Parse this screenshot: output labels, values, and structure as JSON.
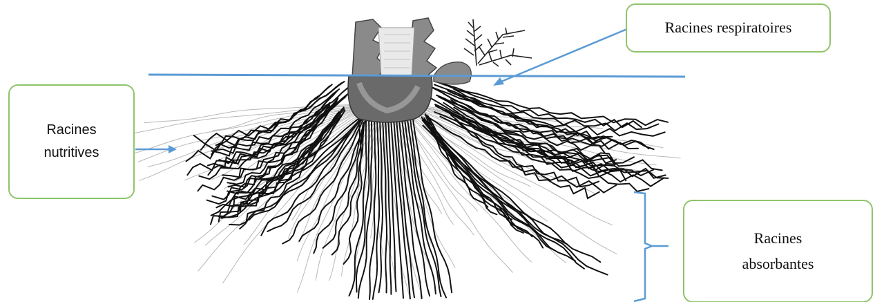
{
  "labels": {
    "nutritives": [
      "Racines",
      "nutritives"
    ],
    "respiratoires": "Racines respiratoires",
    "absorbantes": [
      "Racines",
      "absorbantes"
    ]
  },
  "colors": {
    "box_border": "#8fc46a",
    "arrow": "#5b9bd5",
    "root": "#111111",
    "faint_root": "#b8b8b8",
    "stump": "#6a6a6a"
  }
}
